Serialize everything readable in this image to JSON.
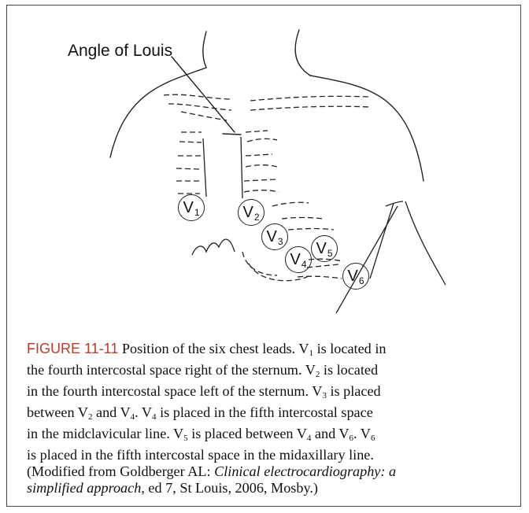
{
  "figure": {
    "callout": "Angle of Louis",
    "electrodes": [
      {
        "id": "V1",
        "letter": "V",
        "sub": "1"
      },
      {
        "id": "V2",
        "letter": "V",
        "sub": "2"
      },
      {
        "id": "V3",
        "letter": "V",
        "sub": "3"
      },
      {
        "id": "V4",
        "letter": "V",
        "sub": "4"
      },
      {
        "id": "V5",
        "letter": "V",
        "sub": "5"
      },
      {
        "id": "V6",
        "letter": "V",
        "sub": "6"
      }
    ]
  },
  "caption": {
    "label": "FIGURE 11-11",
    "l1": "Position of the six chest leads. V",
    "l1s": "1",
    "l1b": " is located in",
    "l2a": "the fourth intercostal space right of the sternum. V",
    "l2s": "2",
    "l2b": " is located",
    "l3a": "in the fourth intercostal space left of the sternum. V",
    "l3s": "3",
    "l3b": " is placed",
    "l4a": "between V",
    "l4s1": "2",
    "l4b": " and V",
    "l4s2": "4",
    "l4c": ". V",
    "l4s3": "4",
    "l4d": " is placed in the fifth intercostal space",
    "l5a": "in the midclavicular line. V",
    "l5s1": "5",
    "l5b": " is placed between V",
    "l5s2": "4",
    "l5c": " and V",
    "l5s3": "6",
    "l5d": ". V",
    "l5s4": "6",
    "l6": "is placed in the fifth intercostal space in the midaxillary line.",
    "l7a": "(Modified from Goldberger AL: ",
    "l7i": "Clinical electrocardiography: a",
    "l8i": "simplified approach",
    "l8b": ", ed 7, St Louis, 2006, Mosby.)"
  }
}
